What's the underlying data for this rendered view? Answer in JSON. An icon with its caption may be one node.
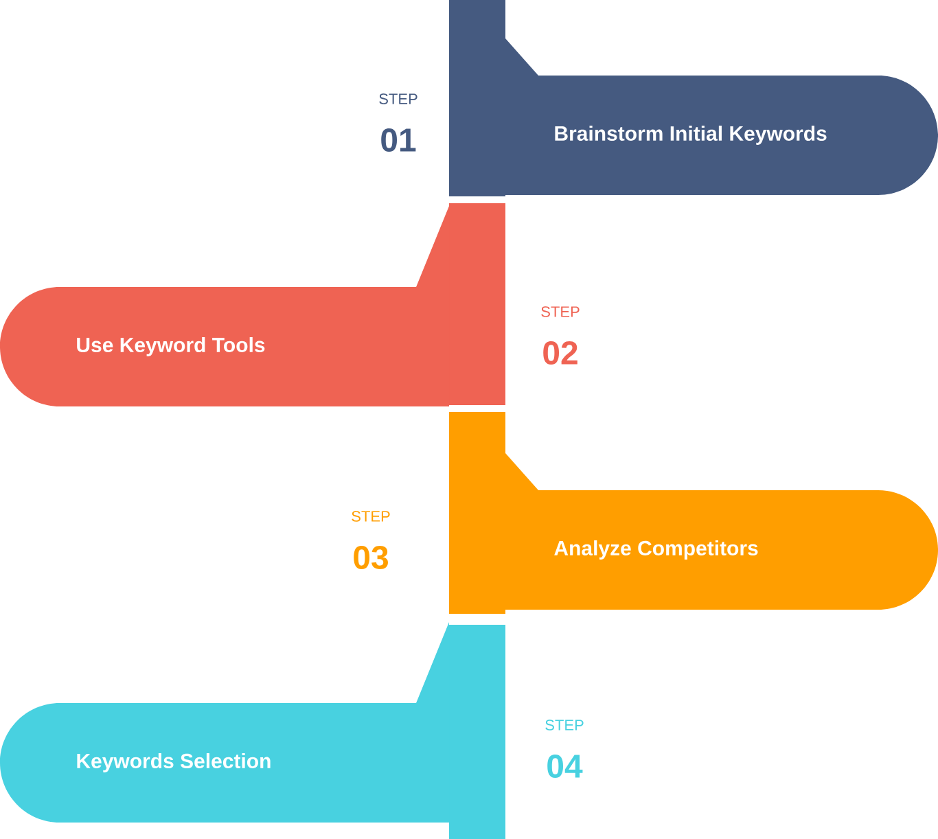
{
  "diagram": {
    "nodes": [
      {
        "text": [
          "Brainstorm Initial Keywords"
        ],
        "beside": [
          "STEP",
          "01"
        ]
      },
      {
        "text": [
          "Use Keyword Tools"
        ],
        "beside": [
          "STEP",
          "02"
        ]
      },
      {
        "text": [
          "Analyze Competitors"
        ],
        "beside": [
          "STEP",
          "03"
        ]
      },
      {
        "text": [
          "Keywords Selection"
        ],
        "beside": [
          "STEP",
          "04"
        ]
      }
    ]
  }
}
